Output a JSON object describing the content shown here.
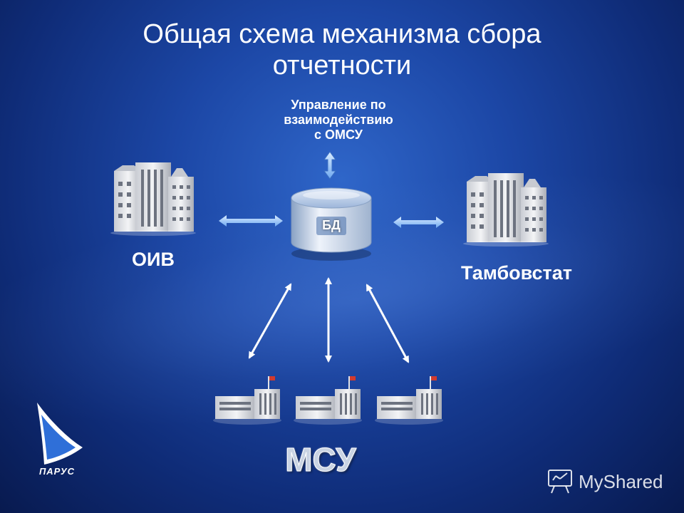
{
  "slide": {
    "title_line1": "Общая схема механизма сбора",
    "title_line2": "отчетности"
  },
  "nodes": {
    "upravlenie": "Управление по взаимодействию с ОМСУ",
    "upravlenie_lines": [
      "Управление по",
      "взаимодействию",
      "с ОМСУ"
    ],
    "db": "БД",
    "oiv": "ОИВ",
    "tambovstat": "Тамбовстат",
    "msu": "МСУ"
  },
  "logo": {
    "text": "ПАРУС"
  },
  "watermark": {
    "text": "MyShared"
  },
  "icons": [
    "buildings-icon",
    "database-icon",
    "municipal-building-icon",
    "sail-logo-icon",
    "presentation-icon"
  ],
  "colors": {
    "background": "#1c47a6",
    "arrow": "#ffffff",
    "arrow_fill": "#8fc0ff",
    "text": "#ffffff"
  }
}
